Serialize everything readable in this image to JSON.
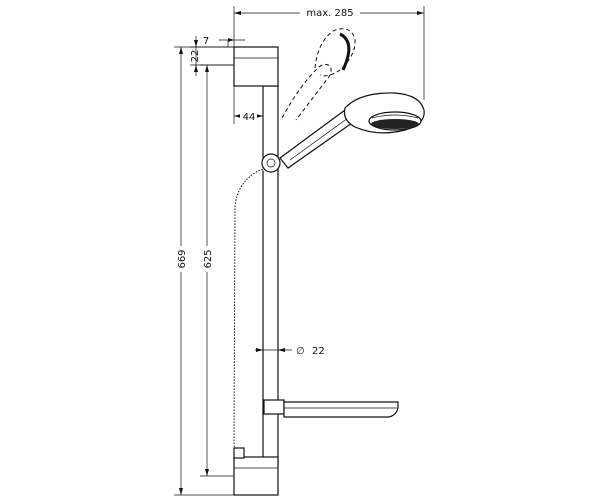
{
  "dimensions": {
    "max_reach": "max. 285",
    "top_width": "7",
    "top_height": "22",
    "wall_offset": "44",
    "total_height": "669",
    "rail_height": "625",
    "diameter": "22",
    "diameter_symbol": "∅"
  }
}
